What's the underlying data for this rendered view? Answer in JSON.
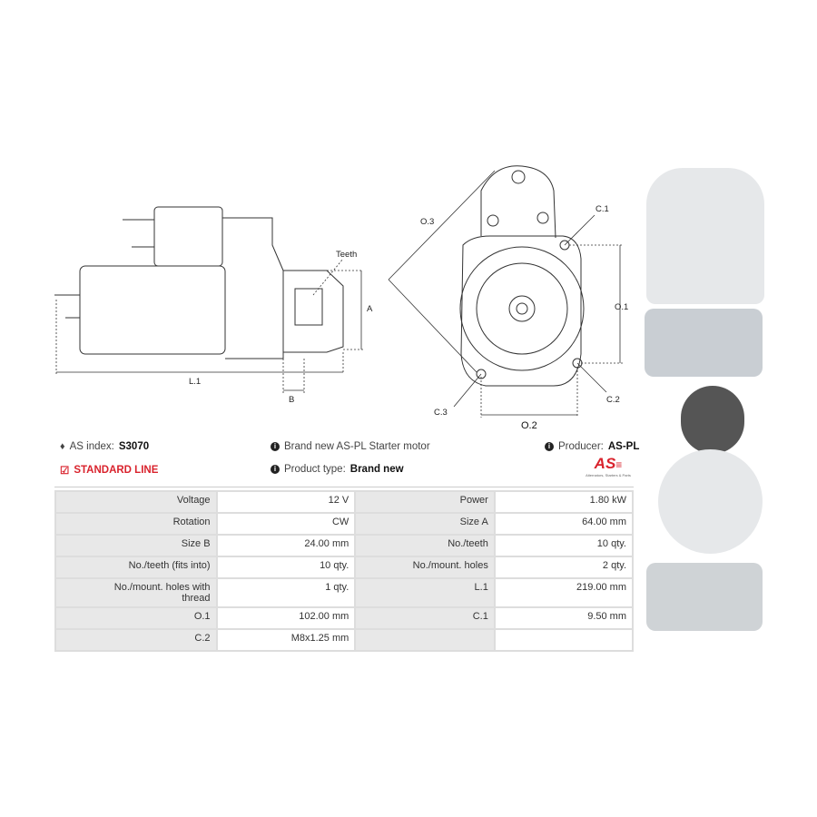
{
  "diagram_labels": {
    "teeth": "Teeth",
    "a": "A",
    "l1": "L.1",
    "b": "B",
    "o3": "O.3",
    "c1": "C.1",
    "o1": "O.1",
    "c2": "C.2",
    "o2": "O.2",
    "c3": "C.3"
  },
  "info": {
    "as_index_label": "AS index:",
    "as_index_value": "S3070",
    "standard_line": "STANDARD LINE",
    "description": "Brand new AS-PL Starter motor",
    "product_type_label": "Product type:",
    "product_type_value": "Brand new",
    "producer_label": "Producer:",
    "producer_value": "AS-PL",
    "logo_text": "AS",
    "logo_tagline": "Alternators, Starters & Parts"
  },
  "colors": {
    "accent": "#d9232d"
  },
  "specs": [
    [
      "Voltage",
      "12 V",
      "Power",
      "1.80 kW"
    ],
    [
      "Rotation",
      "CW",
      "Size A",
      "64.00 mm"
    ],
    [
      "Size B",
      "24.00 mm",
      "No./teeth",
      "10 qty."
    ],
    [
      "No./teeth (fits into)",
      "10 qty.",
      "No./mount. holes",
      "2 qty."
    ],
    [
      "No./mount. holes with thread",
      "1 qty.",
      "L.1",
      "219.00 mm"
    ],
    [
      "O.1",
      "102.00 mm",
      "C.1",
      "9.50 mm"
    ],
    [
      "C.2",
      "M8x1.25 mm",
      "",
      ""
    ]
  ]
}
